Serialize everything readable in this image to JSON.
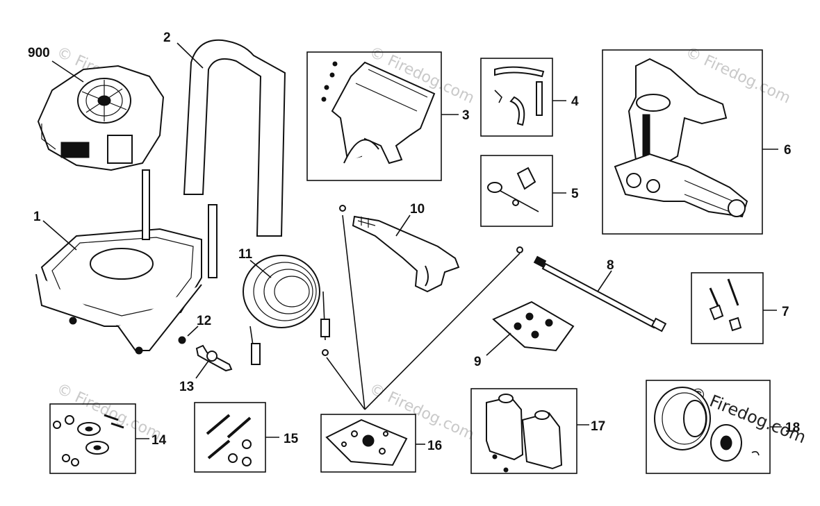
{
  "watermark": "© Firedog.com",
  "parts": [
    {
      "id": "900"
    },
    {
      "id": "1"
    },
    {
      "id": "2"
    },
    {
      "id": "3"
    },
    {
      "id": "4"
    },
    {
      "id": "5"
    },
    {
      "id": "6"
    },
    {
      "id": "7"
    },
    {
      "id": "8"
    },
    {
      "id": "9"
    },
    {
      "id": "10"
    },
    {
      "id": "11"
    },
    {
      "id": "12"
    },
    {
      "id": "13"
    },
    {
      "id": "14"
    },
    {
      "id": "15"
    },
    {
      "id": "16"
    },
    {
      "id": "17"
    },
    {
      "id": "18"
    }
  ]
}
